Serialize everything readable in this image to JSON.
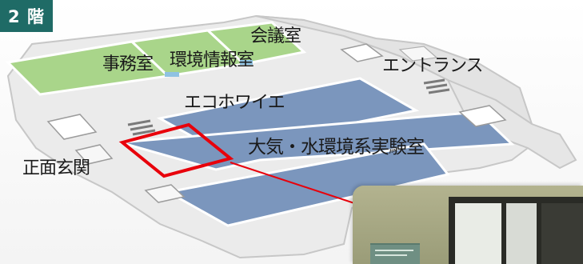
{
  "floor_badge": "2 階",
  "labels": {
    "kaigishitsu": "会議室",
    "jimushitsu": "事務室",
    "kankyo_johoshitsu": "環境情報室",
    "entrance": "エントランス",
    "eco_foyer": "エコホワイエ",
    "lab": "大気・水環境系実験室",
    "front_entrance": "正面玄関"
  },
  "colors": {
    "badge": "#1f6b66",
    "office_rooms": "#a9d58a",
    "lab_rooms": "#7b96bd",
    "floor": "#ececec",
    "highlight": "#e8000b"
  },
  "photo": {
    "subject": "laboratory entrance door"
  }
}
